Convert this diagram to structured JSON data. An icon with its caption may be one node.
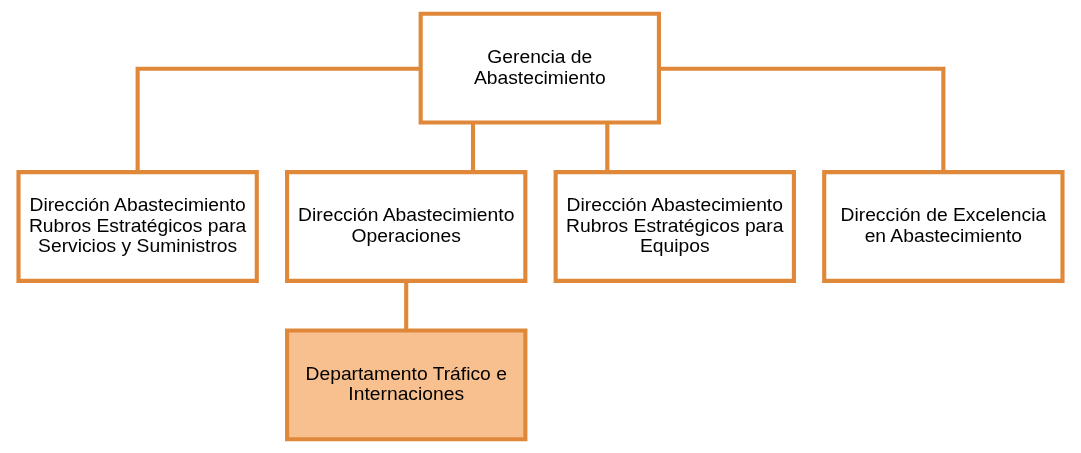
{
  "diagram": {
    "nodes": [
      {
        "text": [
          "Gerencia de Abastecimiento"
        ]
      },
      {
        "text": [
          "Dirección Abastecimiento Rubros Estratégicos para Servicios y Suministros"
        ]
      },
      {
        "text": [
          "Dirección Abastecimiento Operaciones"
        ]
      },
      {
        "text": [
          "Dirección Abastecimiento Rubros Estratégicos para Equipos"
        ]
      },
      {
        "text": [
          "Dirección de Excelencia en Abastecimiento"
        ]
      },
      {
        "text": [
          "Departamento Tráfico e Internaciones"
        ]
      }
    ],
    "edges": [
      {
        "from": 0,
        "to": 1,
        "arrow": "none"
      },
      {
        "from": 0,
        "to": 2,
        "arrow": "none"
      },
      {
        "from": 0,
        "to": 3,
        "arrow": "none"
      },
      {
        "from": 0,
        "to": 4,
        "arrow": "none"
      },
      {
        "from": 2,
        "to": 5,
        "arrow": "none"
      }
    ]
  }
}
